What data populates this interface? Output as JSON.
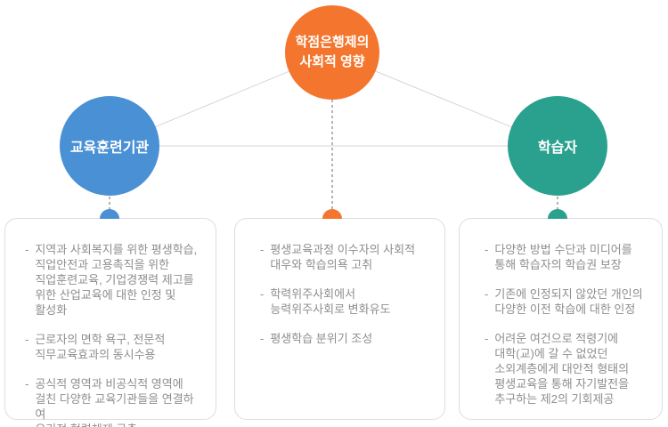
{
  "diagram": {
    "bullet_marker": "-",
    "root": {
      "label": "학점은행제의\n사회적 영향",
      "color": "#F4752D"
    },
    "nodes": {
      "left": {
        "label": "교육훈련기관",
        "color": "#4A90D4"
      },
      "right": {
        "label": "학습자",
        "color": "#2AA18E"
      }
    },
    "connector_colors": {
      "solid_line": "#D6D6D6",
      "dashed_line": "#9B9B9B"
    },
    "box_style": {
      "border_color": "#DEDEDE",
      "text_color": "#8E8E8E"
    },
    "boxes": {
      "left": {
        "dot_color": "#4A90D4",
        "bullets": [
          "지역과 사회복지를 위한 평생학습,\n직업안전과 고용촉직을 위한\n직업훈련교육, 기업경쟁력 제고를\n위한 산업교육에 대한 인정 및\n활성화",
          "근로자의 면학 욕구, 전문적\n직무교육효과의 동시수용",
          "공식적 영역과 비공식적 영역에\n걸친 다양한 교육기관들을 연결하여\n유기적 협력체제 구축"
        ]
      },
      "center": {
        "dot_color": "#F4752D",
        "bullets": [
          "평생교육과정 이수자의 사회적\n대우와 학습의욕 고취",
          "학력위주사회에서\n능력위주사회로 변화유도",
          "평생학습 분위기 조성"
        ]
      },
      "right": {
        "dot_color": "#2AA18E",
        "bullets": [
          "다양한 방법 수단과 미디어를\n통해 학습자의 학습권 보장",
          "기존에 인정되지 않았던 개인의\n다양한 이전 학습에 대한 인정",
          "어려운 여건으로 적령기에\n대학(교)에 갈 수 없었던\n소외계층에게 대안적 형태의\n평생교육을 통해 자기발전을\n추구하는 제2의 기회제공"
        ]
      }
    }
  }
}
